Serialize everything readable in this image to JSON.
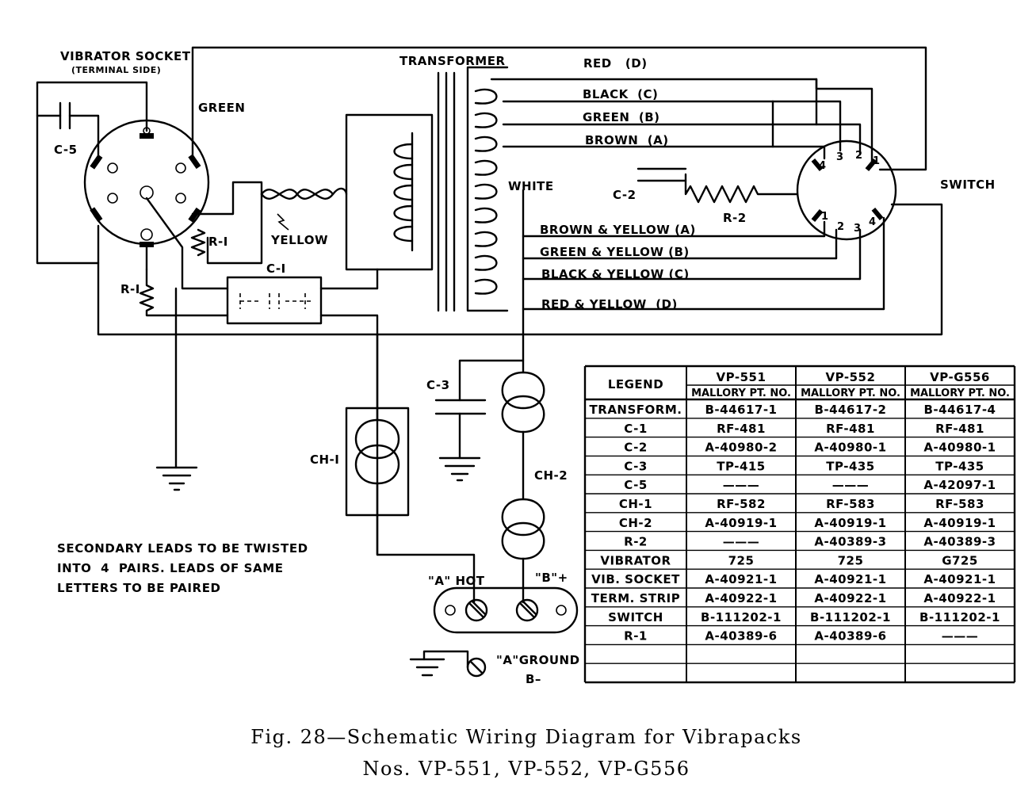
{
  "labels": {
    "vibrator_socket": "VIBRATOR SOCKET",
    "terminal_side": "(TERMINAL SIDE)",
    "green": "GREEN",
    "c5": "C-5",
    "r1_top": "R-I",
    "r1_left": "R-I",
    "yellow": "YELLOW",
    "c1": "C-I",
    "transformer": "TRANSFORMER",
    "white": "WHITE",
    "red_d": "RED   (D)",
    "black_c": "BLACK  (C)",
    "green_b": "GREEN  (B)",
    "brown_a": "BROWN  (A)",
    "brown_yellow": "BROWN & YELLOW (A)",
    "green_yellow": "GREEN & YELLOW (B)",
    "black_yellow": "BLACK & YELLOW (C)",
    "red_yellow": "RED & YELLOW  (D)",
    "c2": "C-2",
    "r2": "R-2",
    "switch": "SWITCH",
    "c3": "C-3",
    "ch1": "CH-I",
    "ch2": "CH-2",
    "a_hot": "\"A\" HOT",
    "b_plus": "\"B\"+",
    "a_ground": "\"A\"GROUND",
    "b_minus": "B–",
    "sw_top_pins": [
      "4",
      "3",
      "2",
      "1"
    ],
    "sw_bot_pins": [
      "1",
      "2",
      "3",
      "4"
    ]
  },
  "note": [
    "SECONDARY LEADS TO BE TWISTED",
    "INTO  4  PAIRS. LEADS OF SAME",
    "LETTERS TO BE PAIRED"
  ],
  "caption": {
    "line1": "Fig. 28—Schematic Wiring Diagram for Vibrapacks",
    "line2": "Nos. VP-551, VP-552, VP-G556"
  },
  "table": {
    "legend_header": "LEGEND",
    "models": [
      "VP-551",
      "VP-552",
      "VP-G556"
    ],
    "subheader": "MALLORY PT. NO.",
    "rows": [
      {
        "legend": "TRANSFORM.",
        "values": [
          "B-44617-1",
          "B-44617-2",
          "B-44617-4"
        ]
      },
      {
        "legend": "C-1",
        "values": [
          "RF-481",
          "RF-481",
          "RF-481"
        ]
      },
      {
        "legend": "C-2",
        "values": [
          "A-40980-2",
          "A-40980-1",
          "A-40980-1"
        ]
      },
      {
        "legend": "C-3",
        "values": [
          "TP-415",
          "TP-435",
          "TP-435"
        ]
      },
      {
        "legend": "C-5",
        "values": [
          "———",
          "———",
          "A-42097-1"
        ]
      },
      {
        "legend": "CH-1",
        "values": [
          "RF-582",
          "RF-583",
          "RF-583"
        ]
      },
      {
        "legend": "CH-2",
        "values": [
          "A-40919-1",
          "A-40919-1",
          "A-40919-1"
        ]
      },
      {
        "legend": "R-2",
        "values": [
          "———",
          "A-40389-3",
          "A-40389-3"
        ]
      },
      {
        "legend": "VIBRATOR",
        "values": [
          "725",
          "725",
          "G725"
        ]
      },
      {
        "legend": "VIB. SOCKET",
        "values": [
          "A-40921-1",
          "A-40921-1",
          "A-40921-1"
        ]
      },
      {
        "legend": "TERM. STRIP",
        "values": [
          "A-40922-1",
          "A-40922-1",
          "A-40922-1"
        ]
      },
      {
        "legend": "SWITCH",
        "values": [
          "B-111202-1",
          "B-111202-1",
          "B-111202-1"
        ]
      },
      {
        "legend": "R-1",
        "values": [
          "A-40389-6",
          "A-40389-6",
          "———"
        ]
      },
      {
        "legend": "",
        "values": [
          "",
          "",
          ""
        ]
      },
      {
        "legend": "",
        "values": [
          "",
          "",
          ""
        ]
      }
    ]
  }
}
